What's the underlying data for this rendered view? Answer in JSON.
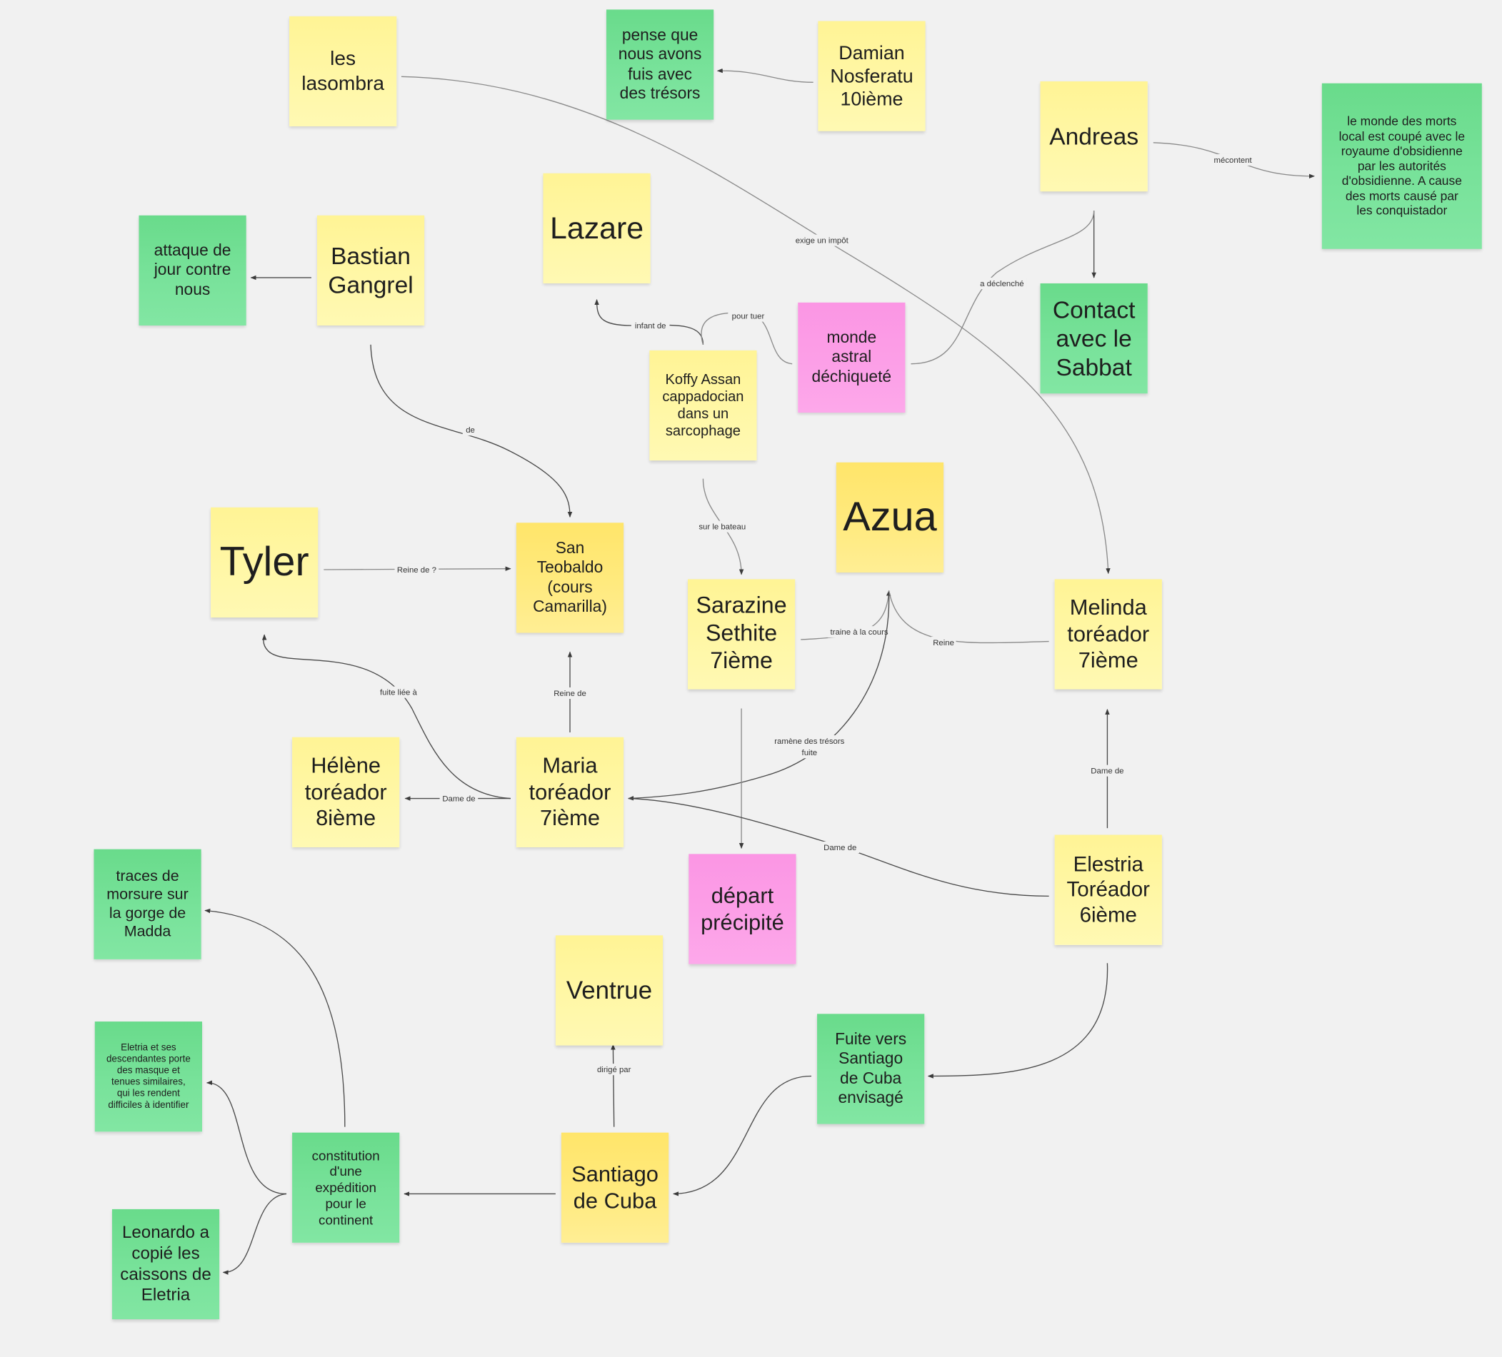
{
  "notes": {
    "lasombra": "les\nlasombra",
    "pense": "pense que\nnous avons\nfuis avec\ndes trésors",
    "damian": "Damian\nNosferatu\n10ième",
    "andreas": "Andreas",
    "monde_morts": "le monde des morts\nlocal est coupé avec le\nroyaume d'obsidienne\npar les autorités\nd'obsidienne. A cause\ndes morts causé par\nles conquistador",
    "attaque": "attaque de\njour contre\nnous",
    "bastian": "Bastian\nGangrel",
    "lazare": "Lazare",
    "monde_astral": "monde\nastral\ndéchiqueté",
    "contact": "Contact\navec le\nSabbat",
    "koffy": "Koffy Assan\ncappadocian\ndans un\nsarcophage",
    "tyler": "Tyler",
    "san_teobaldo": "San\nTeobaldo\n(cours\nCamarilla)",
    "azua": "Azua",
    "sarazine": "Sarazine\nSethite\n7ième",
    "melinda": "Melinda\ntoréador\n7ième",
    "helene": "Hélène\ntoréador\n8ième",
    "maria": "Maria\ntoréador\n7ième",
    "traces": "traces de\nmorsure sur\nla gorge de\nMadda",
    "depart": "départ\nprécipité",
    "elestria": "Elestria\nToréador\n6ième",
    "ventrue": "Ventrue",
    "eletria_desc": "Eletria et ses\ndescendantes porte\ndes masque et\ntenues similaires,\nqui les rendent\ndifficiles à identifier",
    "fuite_santiago": "Fuite vers\nSantiago\nde Cuba\nenvisagé",
    "constitution": "constitution\nd'une\nexpédition\npour le\ncontinent",
    "santiago": "Santiago\nde Cuba",
    "leonardo": "Leonardo a\ncopié les\ncaissons de\nEletria"
  },
  "edge_labels": {
    "exige": "exige un impôt",
    "mecontent": "mécontent",
    "a_declenche": "a déclenché",
    "de": "de",
    "infant_de": "infant de",
    "pour_tuer": "pour tuer",
    "sur_le_bateau": "sur le bateau",
    "reine_de_q": "Reine de ?",
    "traine": "traine à la cours",
    "reine": "Reine",
    "fuite_liee": "fuite liée à",
    "reine_de": "Reine de",
    "ramene_1": "ramène des trésors",
    "ramene_2": "fuite",
    "dame_de_melinda": "Dame de",
    "dame_de_helene": "Dame de",
    "dame_de_maria": "Dame de",
    "dirige_par": "dirigé par"
  },
  "colors": {
    "yellow": "#fff6a0",
    "gold": "#ffe874",
    "green": "#74e096",
    "pink": "#fc9de6",
    "background": "#f1f1f1"
  }
}
